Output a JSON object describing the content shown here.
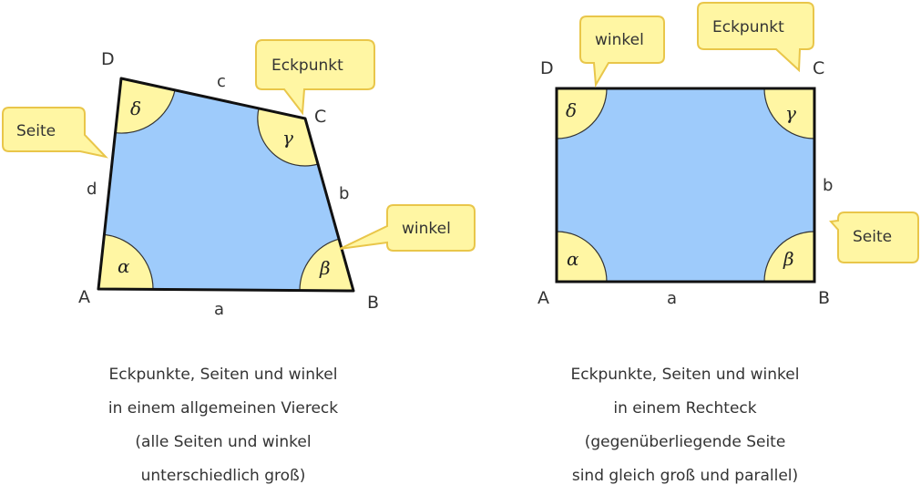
{
  "left": {
    "vertices": {
      "A": "A",
      "B": "B",
      "C": "C",
      "D": "D"
    },
    "sides": {
      "a": "a",
      "b": "b",
      "c": "c",
      "d": "d"
    },
    "angles": {
      "alpha": "α",
      "beta": "β",
      "gamma": "γ",
      "delta": "δ"
    },
    "callouts": {
      "seite": "Seite",
      "eckpunkt": "Eckpunkt",
      "winkel": "winkel"
    },
    "caption": [
      "Eckpunkte, Seiten und winkel",
      "in einem allgemeinen Viereck",
      "(alle Seiten und winkel",
      "unterschiedlich groß)"
    ]
  },
  "right": {
    "vertices": {
      "A": "A",
      "B": "B",
      "C": "C",
      "D": "D"
    },
    "sides": {
      "a": "a",
      "b": "b"
    },
    "angles": {
      "alpha": "α",
      "beta": "β",
      "gamma": "γ",
      "delta": "δ"
    },
    "callouts": {
      "winkel": "winkel",
      "eckpunkt": "Eckpunkt",
      "seite": "Seite"
    },
    "caption": [
      "Eckpunkte, Seiten und winkel",
      "in einem Rechteck",
      "(gegenüberliegende Seite",
      "sind gleich groß und parallel)"
    ]
  },
  "colors": {
    "fill": "#9ecbfb",
    "angle": "#fff6a3",
    "bubble_border": "#e9c64a",
    "stroke": "#111111"
  }
}
